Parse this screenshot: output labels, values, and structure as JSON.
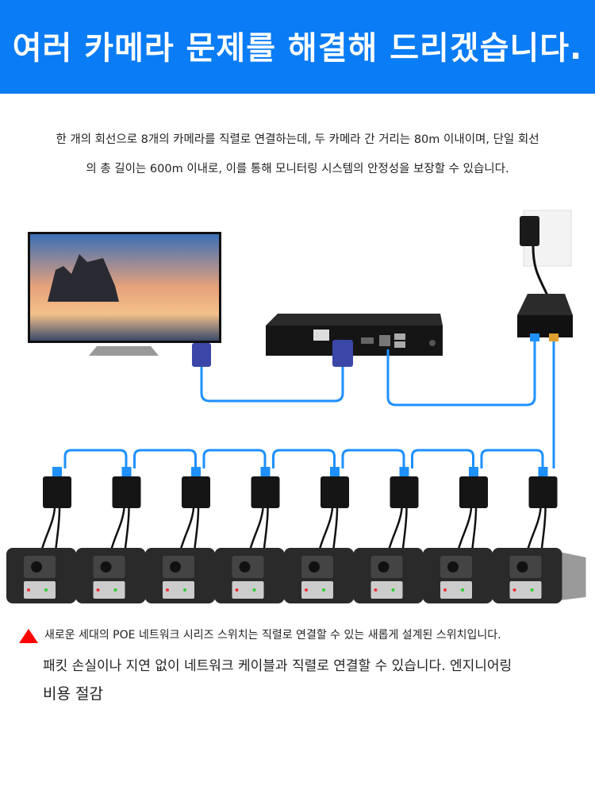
{
  "header": {
    "title": "여러 카메라 문제를 해결해 드리겠습니다."
  },
  "description": {
    "line1": "한 개의 회선으로 8개의 카메라를 직렬로 연결하는데, 두 카메라 간 거리는 80m 이내이며, 단일 회선",
    "line2": "의 총 길이는 600m 이내로, 이를 통해 모니터링 시스템의 안정성을 보장할 수 있습니다."
  },
  "diagram": {
    "camera_count": 8,
    "cable_color": "#1e90ff"
  },
  "notes": {
    "warning_icon": "warning-triangle-icon",
    "line1": "새로운 세대의 POE 네트워크 시리즈 스위치는 직렬로 연결할 수 있는 새롭게 설계된 스위치입니다.",
    "line2": "패킷 손실이나 지연 없이 네트워크 케이블과 직렬로 연결할 수 있습니다. 엔지니어링",
    "line3": "비용 절감"
  },
  "colors": {
    "header_bg": "#0a7cf5",
    "warning": "#ff0000"
  }
}
